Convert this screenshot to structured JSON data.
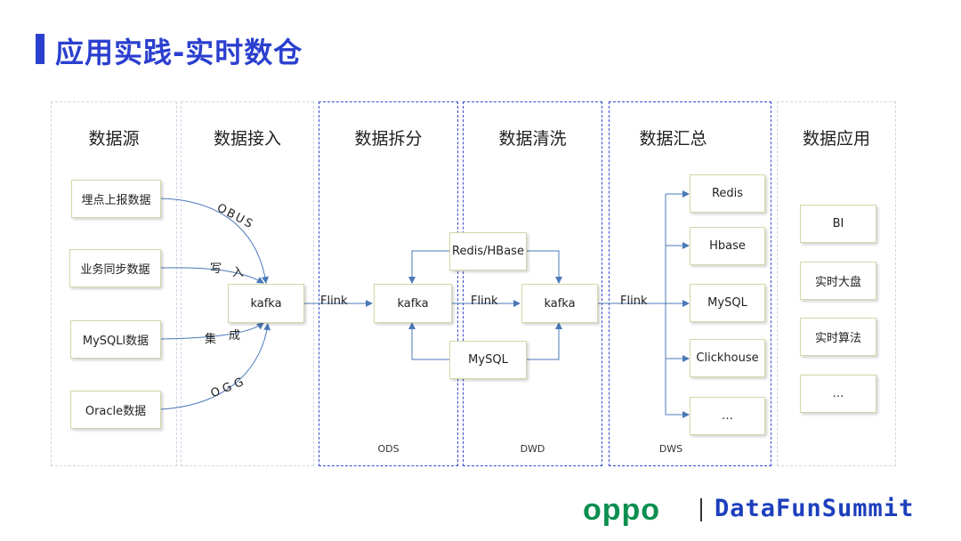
{
  "title": "应用实践-实时数仓",
  "columns": {
    "source": "数据源",
    "ingest": "数据接入",
    "split": "数据拆分",
    "clean": "数据清洗",
    "summary": "数据汇总",
    "app": "数据应用"
  },
  "layers": {
    "ods": "ODS",
    "dwd": "DWD",
    "dws": "DWS"
  },
  "sources": [
    "埋点上报数据",
    "业务同步数据",
    "MySQLl数据",
    "Oracle数据"
  ],
  "ingest_edges": {
    "obus": "OBUS",
    "write_1": "写",
    "write_2": "入",
    "collect_1": "集",
    "collect_2": "成",
    "ogg": "OGG"
  },
  "kafka_ingest": "kafka",
  "kafka_ods": "kafka",
  "kafka_dwd": "kafka",
  "flink_labels": [
    "Flink",
    "Flink",
    "Flink"
  ],
  "lookup_redis": "Redis/HBase",
  "lookup_mysql": "MySQL",
  "sinks": [
    "Redis",
    "Hbase",
    "MySQL",
    "Clickhouse",
    "…"
  ],
  "apps": [
    "BI",
    "实时大盘",
    "实时算法",
    "…"
  ],
  "logo": {
    "left": "oppo",
    "right": "DataFunSummit"
  },
  "colors": {
    "accent": "#2b3fcf",
    "arrow": "#4a78b8",
    "oppo_green": "#0b8f50"
  }
}
